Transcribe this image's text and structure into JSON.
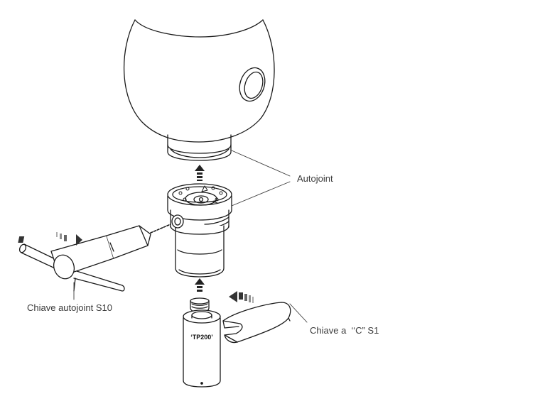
{
  "labels": {
    "autojoint": "Autojoint",
    "key_s10": "Chiave autojoint S10",
    "key_s1": "Chiave a  ‘‘C” S1"
  },
  "parts": {
    "probe_marking": "‘TP200’"
  },
  "colors": {
    "line": "#1a1a1a",
    "fill": "#ffffff",
    "arrow": "#222222",
    "label": "#3a3a3a"
  }
}
